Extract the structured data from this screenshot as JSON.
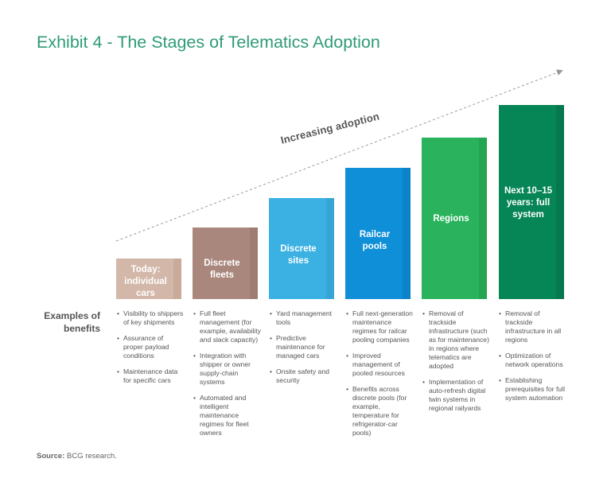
{
  "title": "Exhibit 4 - The Stages of Telematics Adoption",
  "trend_label": "Increasing adoption",
  "examples_label": "Examples of benefits",
  "stages": [
    {
      "label": "Today: individual cars",
      "color": "#d3b7a9",
      "side_color": "#c9aa9b",
      "benefits": [
        "Visibility to shippers of key shipments",
        "Assurance of proper payload conditions",
        "Maintenance data for specific cars"
      ]
    },
    {
      "label": "Discrete fleets",
      "color": "#a9877d",
      "side_color": "#9e7c72",
      "benefits": [
        "Full fleet management (for example, availability and slack capacity)",
        "Integration with shipper or owner supply-chain systems",
        "Automated and intelligent maintenance regimes for fleet owners"
      ]
    },
    {
      "label": "Discrete sites",
      "color": "#3bb1e3",
      "side_color": "#34a5d6",
      "benefits": [
        "Yard management tools",
        "Predictive maintenance for managed cars",
        "Onsite safety and security"
      ]
    },
    {
      "label": "Railcar pools",
      "color": "#0e8fd8",
      "side_color": "#0a83c8",
      "benefits": [
        "Full next-generation maintenance regimes for railcar pooling companies",
        "Improved management of pooled resources",
        "Benefits across discrete pools (for example, temperature for refrigerator-car pools)"
      ]
    },
    {
      "label": "Regions",
      "color": "#2ab35c",
      "side_color": "#25a452",
      "benefits": [
        "Removal of trackside infrastructure (such as for maintenance) in regions where telematics are adopted",
        "Implementation of auto-refresh digital twin systems in regional railyards"
      ]
    },
    {
      "label": "Next 10–15 years: full system",
      "color": "#068557",
      "side_color": "#05784e",
      "benefits": [
        "Removal of trackside infrastructure in all regions",
        "Optimization of network operations",
        "Establishing prerequisites for full system automation"
      ]
    }
  ],
  "source_prefix": "Source:",
  "source_text": "BCG research."
}
